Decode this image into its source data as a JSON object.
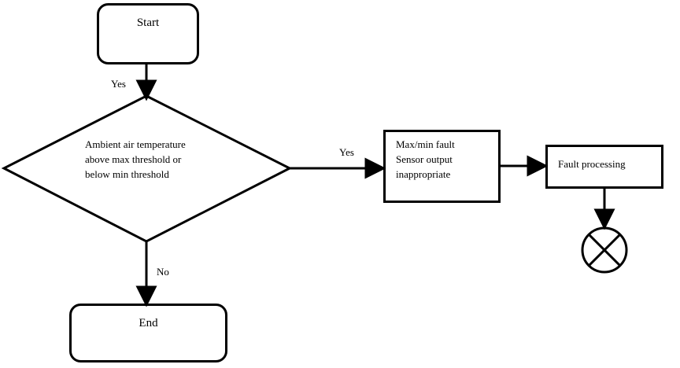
{
  "diagram": {
    "type": "flowchart",
    "title": "",
    "background_color": "#ffffff",
    "stroke_color": "#000000",
    "nodes": {
      "start": {
        "shape": "rounded-rectangle",
        "label": "Start"
      },
      "decision": {
        "shape": "diamond",
        "label": "Ambient air temperature\nabove max threshold or\nbelow min threshold"
      },
      "end": {
        "shape": "rounded-rectangle",
        "label": "End"
      },
      "fault": {
        "shape": "rectangle",
        "label": "Max/min fault\nSensor output\ninappropriate"
      },
      "processing": {
        "shape": "rectangle",
        "label": "Fault processing"
      },
      "connector": {
        "shape": "circle-with-cross",
        "label": ""
      }
    },
    "edges": [
      {
        "id": "start-to-decision",
        "label": "Yes",
        "from": "start",
        "to": "decision"
      },
      {
        "id": "decision-to-fault",
        "label": "Yes",
        "from": "decision",
        "to": "fault"
      },
      {
        "id": "decision-to-end",
        "label": "No",
        "from": "decision",
        "to": "end"
      },
      {
        "id": "fault-to-processing",
        "label": "",
        "from": "fault",
        "to": "processing"
      },
      {
        "id": "processing-to-connector",
        "label": "",
        "from": "processing",
        "to": "connector"
      }
    ]
  }
}
